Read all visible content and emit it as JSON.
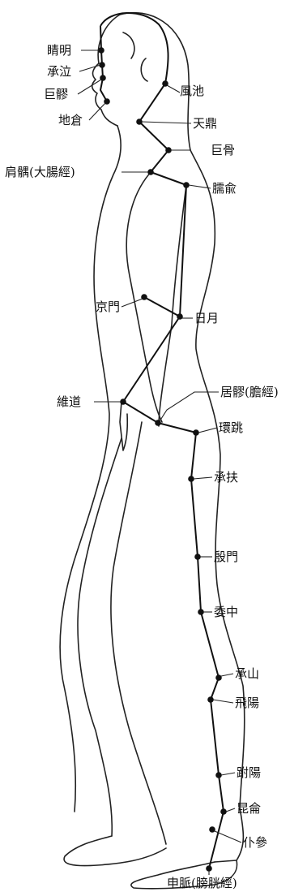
{
  "points": {
    "jingming": "睛明",
    "chengqi": "承泣",
    "juliao_face": "巨髎",
    "dicang": "地倉",
    "fengchi": "風池",
    "tianding": "天鼎",
    "jugu": "巨骨",
    "jianyu": "肩髃(大腸經)",
    "naoshu": "臑兪",
    "jingmen": "京門",
    "riyue": "日月",
    "weidao": "維道",
    "juliao_hip": "居髎(膽經)",
    "huantiao": "環跳",
    "chengfu": "承扶",
    "yinmen": "殷門",
    "weizhong": "委中",
    "chengshan": "承山",
    "feiyang": "飛陽",
    "fuyang": "跗陽",
    "kunlun": "昆侖",
    "pucan": "仆參",
    "shenmai": "申脈(膀胱經)"
  }
}
